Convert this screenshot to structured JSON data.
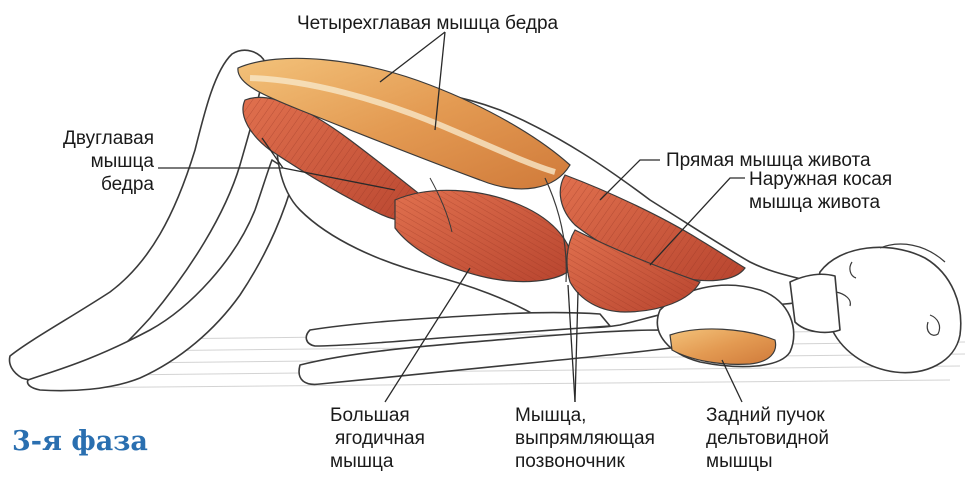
{
  "labels": {
    "quadriceps": "Четырехглавая мышца бедра",
    "biceps_femoris": [
      "Двуглавая",
      "мышца",
      "бедра"
    ],
    "rectus_abdominis": "Прямая мышца живота",
    "external_oblique": [
      "Наружная косая",
      "мышца живота"
    ],
    "gluteus_maximus": [
      "Большая",
      "ягодичная",
      "мышца"
    ],
    "erector_spinae": [
      "Мышца,",
      "выпрямляющая",
      "позвоночник"
    ],
    "posterior_deltoid": [
      "Задний пучок",
      "дельтовидной",
      "мышцы"
    ]
  },
  "phase_title": "3-я фаза",
  "colors": {
    "muscle": "#c8553a",
    "muscle_light": "#e39a52",
    "outline": "#3a3a3a",
    "title": "#2a6fb0"
  }
}
